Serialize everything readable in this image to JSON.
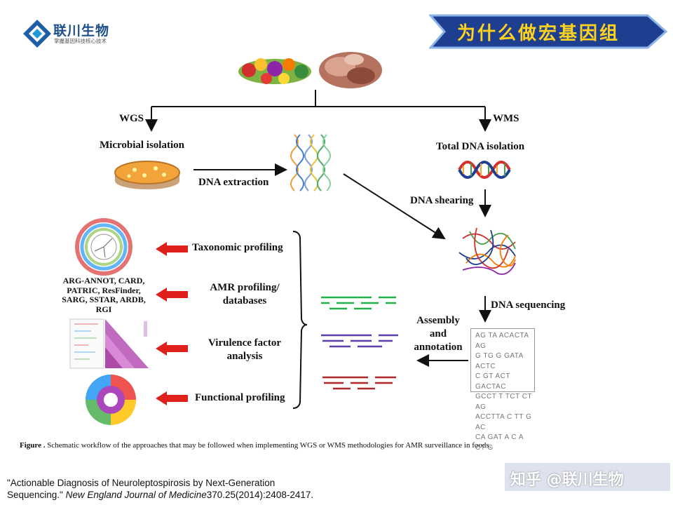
{
  "brand": {
    "name": "联川生物",
    "tagline": "掌握基因科技核心技术"
  },
  "banner": {
    "title": "为什么做宏基因组"
  },
  "diagram": {
    "branches": {
      "left": "WGS",
      "right": "WMS"
    },
    "steps": {
      "microbial_isolation": "Microbial isolation",
      "dna_extraction": "DNA extraction",
      "total_dna_isolation": "Total DNA isolation",
      "dna_shearing": "DNA shearing",
      "dna_sequencing": "DNA sequencing",
      "assembly_annotation": [
        "Assembly",
        "and",
        "annotation"
      ]
    },
    "analyses": {
      "taxonomic": "Taxonomic profiling",
      "amr": [
        "AMR profiling/",
        "databases"
      ],
      "virulence": [
        "Virulence factor",
        "analysis"
      ],
      "functional": "Functional profiling"
    },
    "databases": [
      "ARG-ANNOT, CARD,",
      "PATRIC, ResFinder,",
      "SARG, SSTAR, ARDB,",
      "RGI"
    ],
    "sequences": [
      "AG TA ACACTA AG",
      "G TG G GATA ACTC",
      "C GT ACT GACTAC",
      "GCCT T TCT CT AG",
      "ACCTTA C TT G AC",
      "CA GAT A C A CT G"
    ],
    "colors": {
      "arrow_red": "#e0201b",
      "read_green": "#22b14c",
      "read_purple": "#5b3fa8",
      "read_red": "#b0282a",
      "banner_blue": "#1e3f8f",
      "banner_text": "#ffd21e"
    }
  },
  "caption": {
    "label": "Figure .",
    "text": " Schematic workflow of the approaches that may be followed when implementing WGS or WMS methodologies for AMR surveillance in foods."
  },
  "reference": {
    "line1": "\"Actionable Diagnosis of Neuroleptospirosis by Next-Generation",
    "line2_prefix": "Sequencing.\" ",
    "journal": "New England Journal of Medicine",
    "line2_suffix": "370.25(2014):2408-2417."
  },
  "watermark": {
    "text": "知乎 @联川生物"
  }
}
